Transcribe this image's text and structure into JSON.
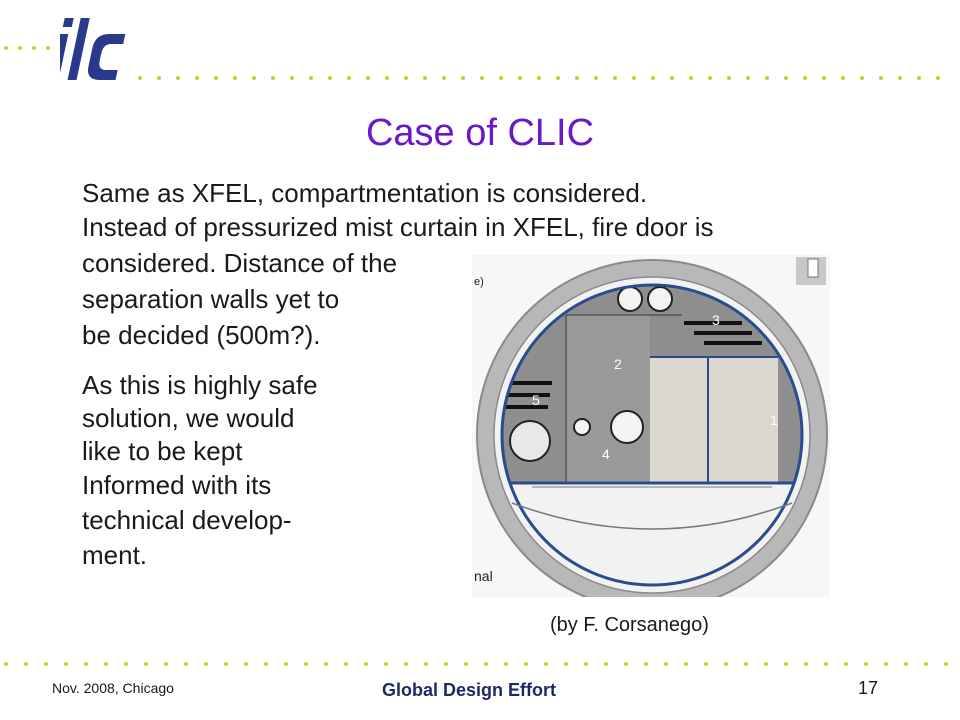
{
  "slide": {
    "title": "Case of CLIC",
    "body_lines": [
      "Same as XFEL, compartmentation is considered.",
      " Instead of pressurized  mist curtain in XFEL, fire door is",
      " considered. Distance of the",
      " separation walls yet to",
      "be decided  (500m?).",
      "As this is highly safe",
      "solution,  we would",
      "like to be kept",
      "Informed with its",
      "technical develop-",
      "ment."
    ],
    "caption": "(by F. Corsanego)"
  },
  "diagram": {
    "compartment_labels": [
      "1",
      "2",
      "3",
      "4",
      "5"
    ],
    "side_label": "nal",
    "side_label_top": "e)"
  },
  "footer": {
    "date_location": "Nov. 2008, Chicago",
    "organization": "Global Design Effort",
    "page_number": "17"
  },
  "colors": {
    "title": "#6a18c8",
    "dots": "#b8d432",
    "logo": "#2a3a8a",
    "footer_org": "#1e2a66"
  }
}
